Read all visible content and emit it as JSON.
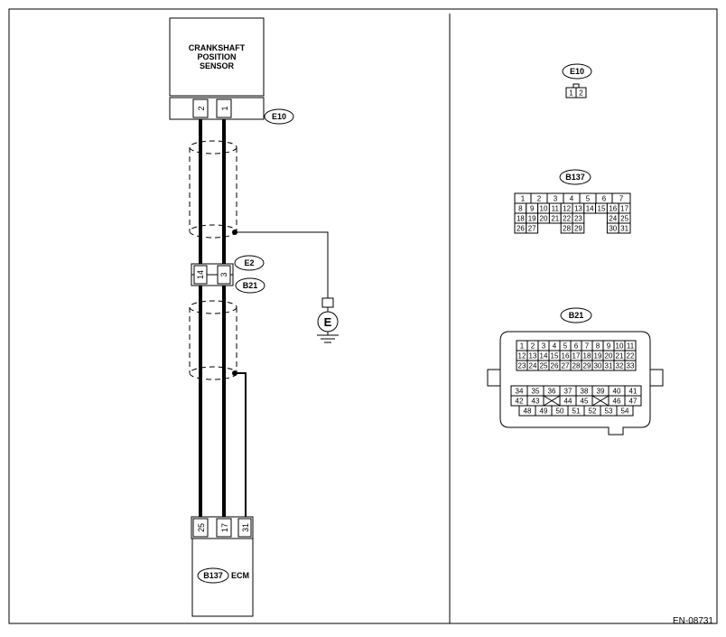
{
  "diagram": {
    "sensor": {
      "title_lines": [
        "CRANKSHAFT",
        "POSITION",
        "SENSOR"
      ],
      "pins": [
        "2",
        "1"
      ],
      "connector": "E10"
    },
    "intermediate_connector": {
      "top": "E2",
      "bottom": "B21",
      "pins": [
        "14",
        "3"
      ]
    },
    "ground_symbol": "E",
    "ecm": {
      "label": "ECM",
      "connector": "B137",
      "pins": [
        "25",
        "17",
        "31"
      ]
    },
    "reference_code": "EN-08731"
  },
  "connector_views": {
    "e10": {
      "label": "E10",
      "rows": [
        [
          "1",
          "2"
        ]
      ]
    },
    "b137": {
      "label": "B137",
      "rows": [
        [
          "1",
          "2",
          "3",
          "4",
          "5",
          "6",
          "7"
        ],
        [
          "8",
          "9",
          "10",
          "11",
          "12",
          "13",
          "14",
          "15",
          "16",
          "17"
        ],
        [
          "18",
          "19",
          "20",
          "21",
          "22",
          "23",
          "",
          "",
          "24",
          "25"
        ],
        [
          "26",
          "27",
          "",
          "",
          "28",
          "29",
          "",
          "",
          "30",
          "31"
        ]
      ]
    },
    "b21": {
      "label": "B21",
      "rows": [
        [
          "1",
          "2",
          "3",
          "4",
          "5",
          "6",
          "7",
          "8",
          "9",
          "10",
          "11"
        ],
        [
          "12",
          "13",
          "14",
          "15",
          "16",
          "17",
          "18",
          "19",
          "20",
          "21",
          "22"
        ],
        [
          "23",
          "24",
          "25",
          "26",
          "27",
          "28",
          "29",
          "30",
          "31",
          "32",
          "33"
        ],
        [
          "34",
          "35",
          "36",
          "37",
          "38",
          "39",
          "40",
          "41"
        ],
        [
          "42",
          "43",
          "",
          "44",
          "45",
          "",
          "46",
          "47"
        ],
        [
          "48",
          "49",
          "50",
          "51",
          "52",
          "53",
          "54"
        ]
      ]
    }
  }
}
